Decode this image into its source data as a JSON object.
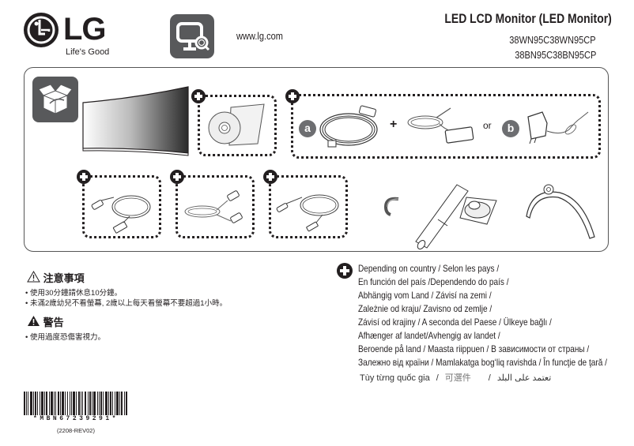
{
  "header": {
    "brand": "LG",
    "tagline": "Life's Good",
    "website": "www.lg.com",
    "title": "LED LCD Monitor (LED Monitor)",
    "models": [
      "38WN95C38WN95CP",
      "38BN95C38BN95CP"
    ]
  },
  "contents_panel": {
    "icon": "open-box-icon",
    "items": [
      {
        "name": "curved-monitor",
        "optional": false
      },
      {
        "name": "cd-and-manual",
        "optional": true
      },
      {
        "name": "power-supply",
        "optional": true,
        "option_a_label": "a",
        "plus": "+",
        "or": "or",
        "option_b_label": "b"
      },
      {
        "name": "displayport-cable",
        "optional": true
      },
      {
        "name": "hdmi-cable",
        "optional": true
      },
      {
        "name": "usb-cable",
        "optional": true
      },
      {
        "name": "cable-holder",
        "optional": false
      },
      {
        "name": "stand-body",
        "optional": false
      },
      {
        "name": "stand-base",
        "optional": false
      }
    ]
  },
  "caution": {
    "title": "注意事項",
    "lines": [
      "• 使用30分鐘請休息10分鐘。",
      "• 未滿2歲幼兒不看螢幕, 2歲以上每天看螢幕不要超過1小時。"
    ]
  },
  "warning": {
    "title": "警告",
    "lines": [
      "• 使用過度恐傷害視力。"
    ]
  },
  "barcode": {
    "text": "*MBN67239291*",
    "revision": "(2208-REV02)"
  },
  "depending": {
    "lines": [
      "Depending on country /  Selon les pays /",
      "En función del país /Dependendo do país /",
      "Abhängig vom Land / Závisí na zemi /",
      "Zależnie od kraju/ Zavisno od zemlje /",
      "Závisí od krajiny /  A seconda del Paese  / Ülkeye bağlı /",
      "Afhænger af landet/Avhengig av landet /",
      "Beroende på land / Maasta riippuen / В зависимости от страны  /",
      "Залежно від країни / Mamlakatga bog‘liq ravishda / În funcţie de ţară  /"
    ],
    "last_line": {
      "vietnamese": "Tùy từng quốc gia",
      "sep": "/",
      "chinese": "可選件",
      "arabic": "تعتمد على البلد"
    }
  }
}
